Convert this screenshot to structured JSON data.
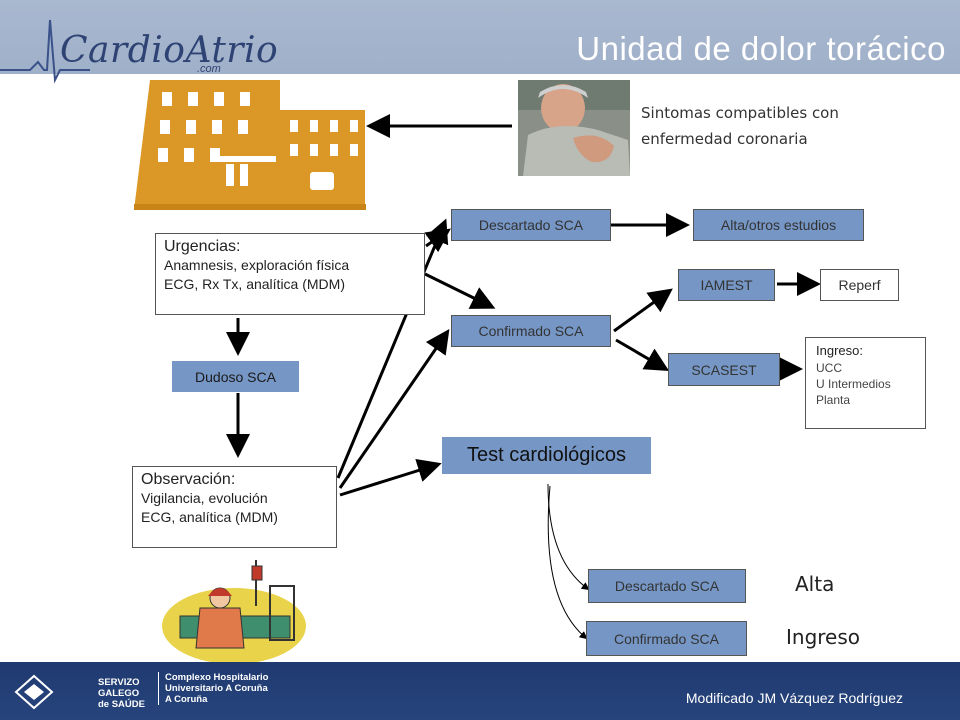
{
  "header": {
    "logo_text": "CardioAtrio",
    "logo_sub": ".com",
    "title": "Unidad de dolor torácico"
  },
  "symptoms": {
    "line1": "Sintomas compatibles con",
    "line2": "enfermedad  coronaria"
  },
  "urgencias": {
    "title": "Urgencias:",
    "line1": "Anamnesis, exploración física",
    "line2": "ECG, Rx Tx, analítica (MDM)"
  },
  "dudoso": "Dudoso SCA",
  "observacion": {
    "title": "Observación:",
    "line1": "Vigilancia, evolución",
    "line2": "ECG, analítica (MDM)"
  },
  "descartado_top": "Descartado SCA",
  "alta_otros": "Alta/otros estudios",
  "confirmado_top": "Confirmado SCA",
  "iamest": "IAMEST",
  "reperf": "Reperf",
  "scasest": "SCASEST",
  "ingreso_box": {
    "title": "Ingreso:",
    "items": [
      "UCC",
      "U Intermedios",
      "Planta"
    ]
  },
  "test": "Test cardiológicos",
  "descartado_bottom": "Descartado SCA",
  "confirmado_bottom": "Confirmado SCA",
  "alta": "Alta",
  "ingreso": "Ingreso",
  "footer": {
    "org_a1": "SERVIZO",
    "org_a2": "GALEGO",
    "org_a3": "de SAÚDE",
    "org_b1": "Complexo Hospitalario",
    "org_b2": "Universitario A Coruña",
    "org_b3": "A Coruña",
    "credit": "Modificado JM Vázquez Rodríguez"
  },
  "colors": {
    "header": "#a9b8cf",
    "footer": "#1f3a70",
    "box_blue": "#7697c6",
    "building": "#dc9826"
  }
}
